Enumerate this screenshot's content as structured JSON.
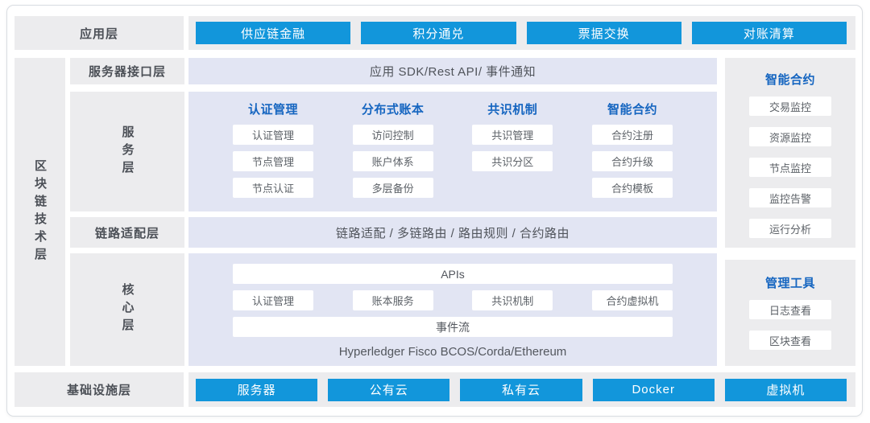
{
  "colors": {
    "accent_blue": "#1296db",
    "header_blue": "#1565c0",
    "panel_gray": "#ececee",
    "content_lavender": "#e2e5f3",
    "chip_white": "#ffffff"
  },
  "app_layer": {
    "label": "应用层",
    "buttons": [
      "供应链金融",
      "积分通兑",
      "票据交换",
      "对账清算"
    ]
  },
  "tech_layer": {
    "label": "区块链技术层",
    "rows": {
      "interface": {
        "label": "服务器接口层",
        "content": "应用 SDK/Rest API/ 事件通知"
      },
      "service": {
        "label": "服务层",
        "columns": [
          {
            "header": "认证管理",
            "items": [
              "认证管理",
              "节点管理",
              "节点认证"
            ]
          },
          {
            "header": "分布式账本",
            "items": [
              "访问控制",
              "账户体系",
              "多层备份"
            ]
          },
          {
            "header": "共识机制",
            "items": [
              "共识管理",
              "共识分区"
            ]
          },
          {
            "header": "智能合约",
            "items": [
              "合约注册",
              "合约升级",
              "合约模板"
            ]
          }
        ]
      },
      "link": {
        "label": "链路适配层",
        "content": "链路适配 / 多链路由 / 路由规则 / 合约路由"
      },
      "core": {
        "label": "核心层",
        "apis_bar": "APIs",
        "modules": [
          "认证管理",
          "账本服务",
          "共识机制",
          "合约虚拟机"
        ],
        "event_bar": "事件流",
        "platforms": "Hyperledger Fisco BCOS/Corda/Ethereum"
      }
    },
    "side_panels": [
      {
        "header": "智能合约",
        "items": [
          "交易监控",
          "资源监控",
          "节点监控",
          "监控告警",
          "运行分析"
        ]
      },
      {
        "header": "管理工具",
        "items": [
          "日志查看",
          "区块查看"
        ]
      }
    ]
  },
  "infra_layer": {
    "label": "基础设施层",
    "buttons": [
      "服务器",
      "公有云",
      "私有云",
      "Docker",
      "虚拟机"
    ]
  }
}
